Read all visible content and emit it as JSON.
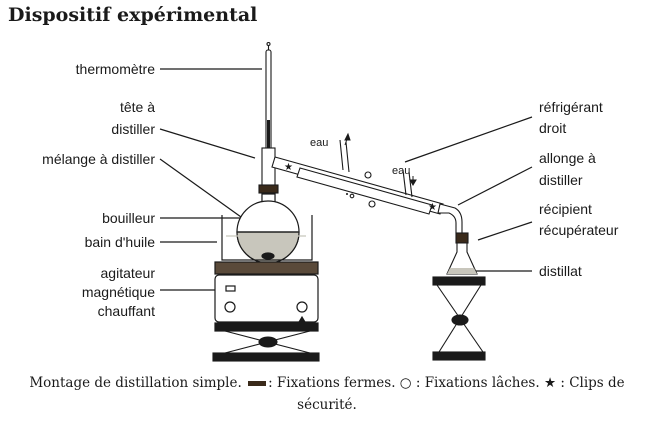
{
  "title": "Dispositif expérimental",
  "labels": {
    "thermometre": "thermomètre",
    "tete_line1": "tête à",
    "tete_line2": "distiller",
    "melange": "mélange à distiller",
    "bouilleur": "bouilleur",
    "bain": "bain d'huile",
    "agitateur_line1": "agitateur",
    "agitateur_line2": "magnétique",
    "agitateur_line3": "chauffant",
    "refrigerant_line1": "réfrigérant",
    "refrigerant_line2": "droit",
    "allonge_line1": "allonge à",
    "allonge_line2": "distiller",
    "recipient_line1": "récipient",
    "recipient_line2": "récupérateur",
    "distillat": "distillat",
    "eau_in": "eau",
    "eau_out": "eau"
  },
  "caption": {
    "part1": "Montage de distillation simple.",
    "part2": ": Fixations fermes. ",
    "circle_symbol": "○",
    "part3": " : Fixations lâches. ",
    "star_symbol": "★",
    "part4": " : Clips de sécurité."
  },
  "colors": {
    "liquid": "#c8c6bc",
    "fixation": "#3a2a1a",
    "line": "#1a1a1a"
  }
}
